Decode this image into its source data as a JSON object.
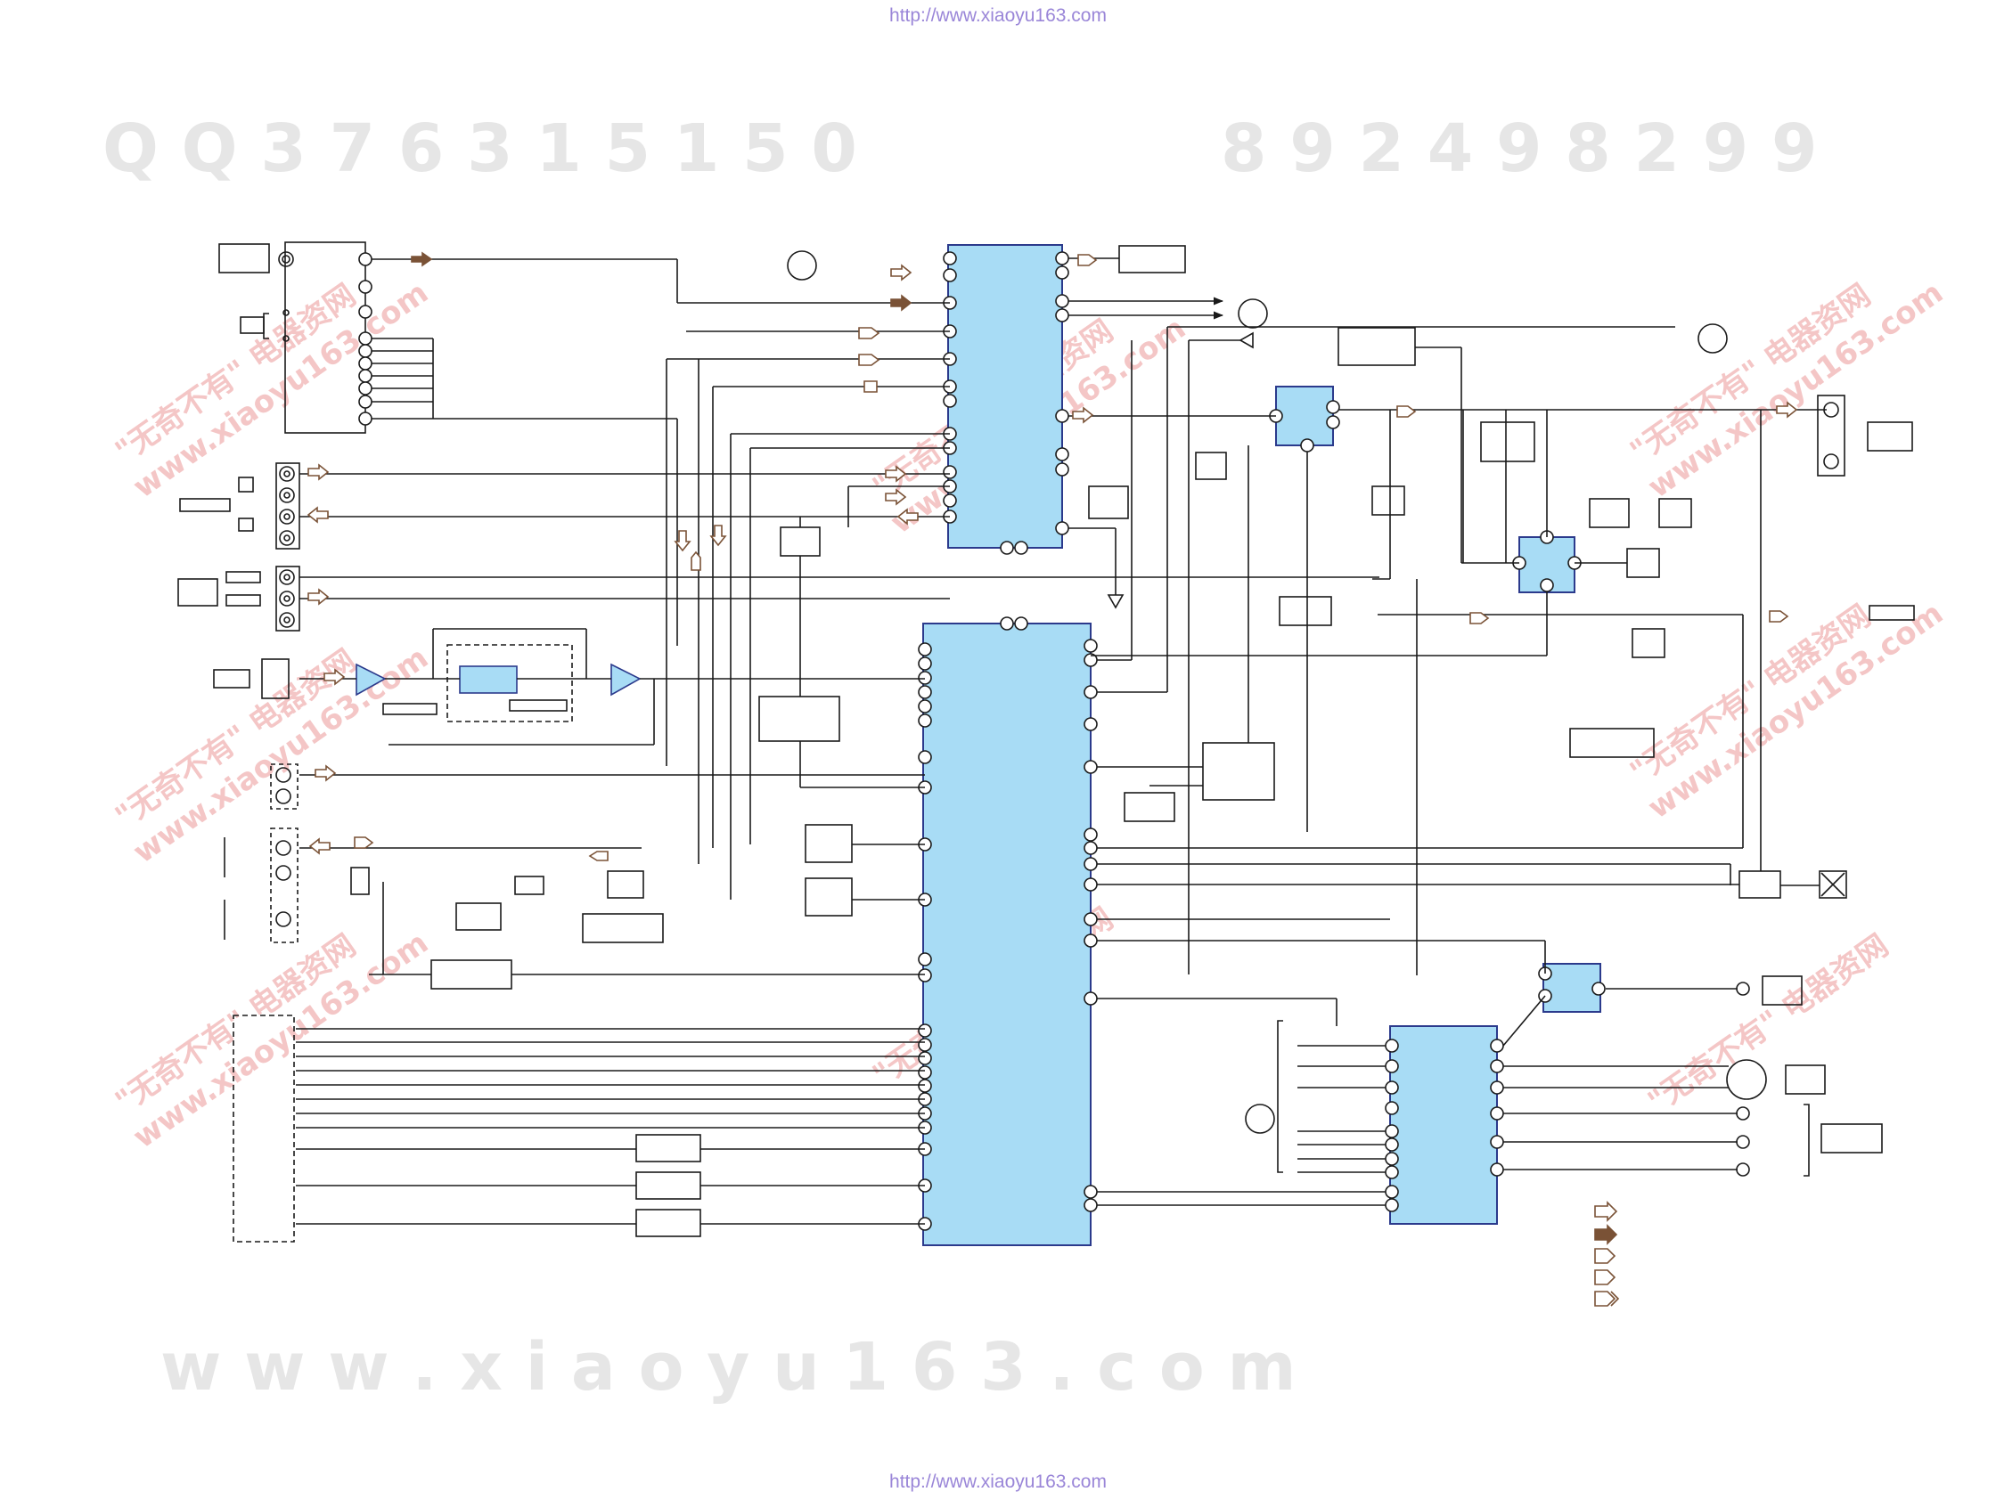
{
  "colors": {
    "chip_fill": "#a8dcf5",
    "line": "#1a1a1a",
    "signal_arrow": "#7a5236",
    "watermark": "#e4e4e4",
    "watermark_red": "#f4c2c2",
    "url": "#9a86d8"
  },
  "header": {
    "url_top": "http://www.xiaoyu163.com"
  },
  "footer": {
    "url_bottom": "http://www.xiaoyu163.com"
  },
  "watermarks": {
    "qq": "Q Q   3 7 6 3 1 5 1 5 0",
    "number": "8 9 2 4 9 8 2 9 9",
    "site": "w w w . x i a o y u 1 6 3 . c o m",
    "chinese": "\"无奇不有\" 电器资网",
    "site_short": "www.xiaoyu163.com"
  },
  "legend": {
    "icons": [
      "hollow-arrow-icon",
      "solid-arrow-icon",
      "tab-arrow-icon",
      "tab-arrow-icon",
      "double-tab-arrow-icon"
    ]
  }
}
